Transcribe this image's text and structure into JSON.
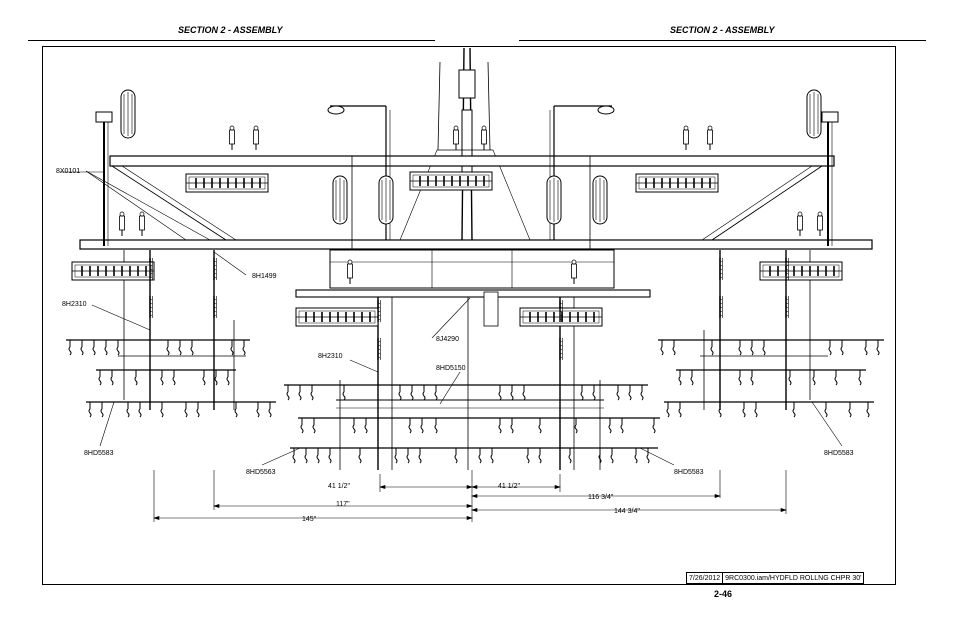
{
  "header": {
    "left_title": "SECTION 2 - ASSEMBLY",
    "right_title": "SECTION 2 - ASSEMBLY"
  },
  "callouts": {
    "p8X0101": "8X0101",
    "p8H1499": "8H1499",
    "p8H2310_left": "8H2310",
    "p8H2310_center": "8H2310",
    "p8J4290": "8J4290",
    "p8HD5150": "8HD5150",
    "p8HD5583_left": "8HD5583",
    "p8HD5563": "8HD5563",
    "p8HD5583_center": "8HD5583",
    "p8HD5583_right": "8HD5583"
  },
  "dimensions": {
    "d41_left": "41 1/2\"",
    "d41_right": "41 1/2\"",
    "d117": "117\"",
    "d116": "116 3/4\"",
    "d144": "144 3/4\"",
    "d145": "145\""
  },
  "title_block": {
    "date": "7/26/2012",
    "file": "9RC0300.iam/HYDFLD ROLLNG CHPR 30'"
  },
  "page_number": "2-46"
}
